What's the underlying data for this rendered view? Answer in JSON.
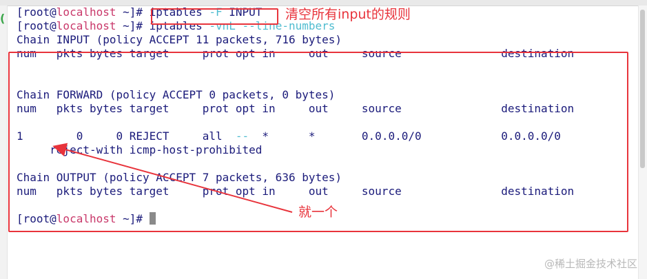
{
  "terminal": {
    "lines": [
      {
        "segments": [
          {
            "t": "[root@",
            "c": ""
          },
          {
            "t": "localhost",
            "c": "red"
          },
          {
            "t": " ~]# ",
            "c": ""
          },
          {
            "t": "iptables ",
            "c": ""
          },
          {
            "t": "-F",
            "c": "cyan"
          },
          {
            "t": " INPUT",
            "c": ""
          }
        ]
      },
      {
        "segments": [
          {
            "t": "[root@",
            "c": ""
          },
          {
            "t": "localhost",
            "c": "red"
          },
          {
            "t": " ~]# ",
            "c": ""
          },
          {
            "t": "iptables ",
            "c": ""
          },
          {
            "t": "-vnL --line-numbers",
            "c": "cyan"
          }
        ]
      },
      {
        "segments": [
          {
            "t": "Chain INPUT (policy ACCEPT 11 packets, 716 bytes)",
            "c": ""
          }
        ]
      },
      {
        "segments": [
          {
            "t": "num   pkts bytes target     prot opt in     out     source               destination",
            "c": ""
          }
        ]
      },
      {
        "segments": [
          {
            "t": "",
            "c": ""
          }
        ]
      },
      {
        "segments": [
          {
            "t": "",
            "c": ""
          }
        ]
      },
      {
        "segments": [
          {
            "t": "Chain FORWARD (policy ACCEPT 0 packets, 0 bytes)",
            "c": ""
          }
        ]
      },
      {
        "segments": [
          {
            "t": "num   pkts bytes target     prot opt in     out     source               destination",
            "c": ""
          }
        ]
      },
      {
        "segments": [
          {
            "t": "",
            "c": ""
          }
        ]
      },
      {
        "segments": [
          {
            "t": "1        0     0 REJECT     all  ",
            "c": ""
          },
          {
            "t": "--",
            "c": "cyan"
          },
          {
            "t": "  *      *       0.0.0.0/0            0.0.0.0/0",
            "c": ""
          }
        ]
      },
      {
        "segments": [
          {
            "t": "     reject-with icmp-host-prohibited",
            "c": ""
          }
        ]
      },
      {
        "segments": [
          {
            "t": "",
            "c": ""
          }
        ]
      },
      {
        "segments": [
          {
            "t": "Chain OUTPUT (policy ACCEPT 7 packets, 636 bytes)",
            "c": ""
          }
        ]
      },
      {
        "segments": [
          {
            "t": "num   pkts bytes target     prot opt in     out     source               destination",
            "c": ""
          }
        ]
      },
      {
        "segments": [
          {
            "t": "",
            "c": ""
          }
        ]
      },
      {
        "segments": [
          {
            "t": "[root@",
            "c": ""
          },
          {
            "t": "localhost",
            "c": "red"
          },
          {
            "t": " ~]# ",
            "c": ""
          }
        ],
        "cursor": true
      }
    ]
  },
  "annotations": {
    "top": "清空所有input的规则",
    "bottom": "就一个"
  },
  "watermark": "@稀土掘金技术社区",
  "colors": {
    "text": "#1a1a7a",
    "hostname": "#c9386a",
    "option": "#4fbcd0",
    "annotation": "#e8333b"
  }
}
